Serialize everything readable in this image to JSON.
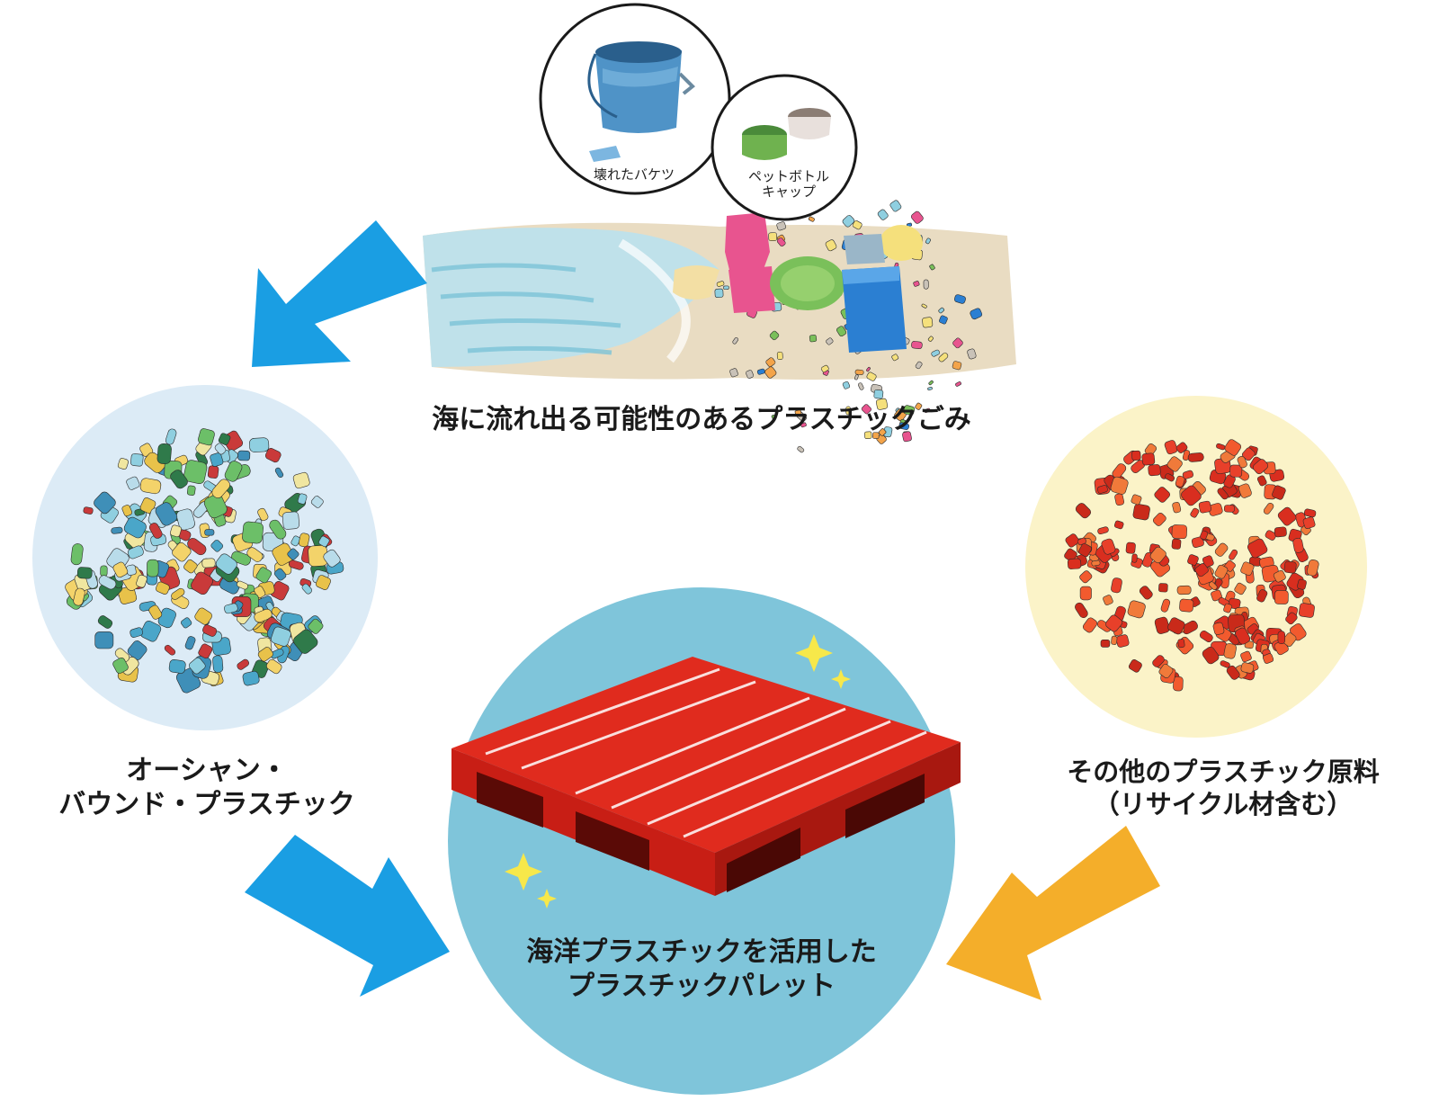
{
  "colors": {
    "blue_arrow": "#1a9ee3",
    "orange_arrow": "#f4ae2a",
    "ocean_circle": "#dcebf6",
    "recycled_circle": "#fbf3c8",
    "pallet_circle": "#7fc5da",
    "pallet_red": "#d9261c",
    "sparkle": "#f7e84a"
  },
  "top": {
    "title": "海に流れ出る可能性のあるプラスチックごみ",
    "bucket_label": "壊れたバケツ",
    "cap_label_line1": "ペットボトル",
    "cap_label_line2": "キャップ"
  },
  "left": {
    "line1": "オーシャン・",
    "line2": "バウンド・プラスチック"
  },
  "right": {
    "line1": "その他のプラスチック原料",
    "line2": "（リサイクル材含む）"
  },
  "center": {
    "line1": "海洋プラスチックを活用した",
    "line2": "プラスチックパレット"
  }
}
